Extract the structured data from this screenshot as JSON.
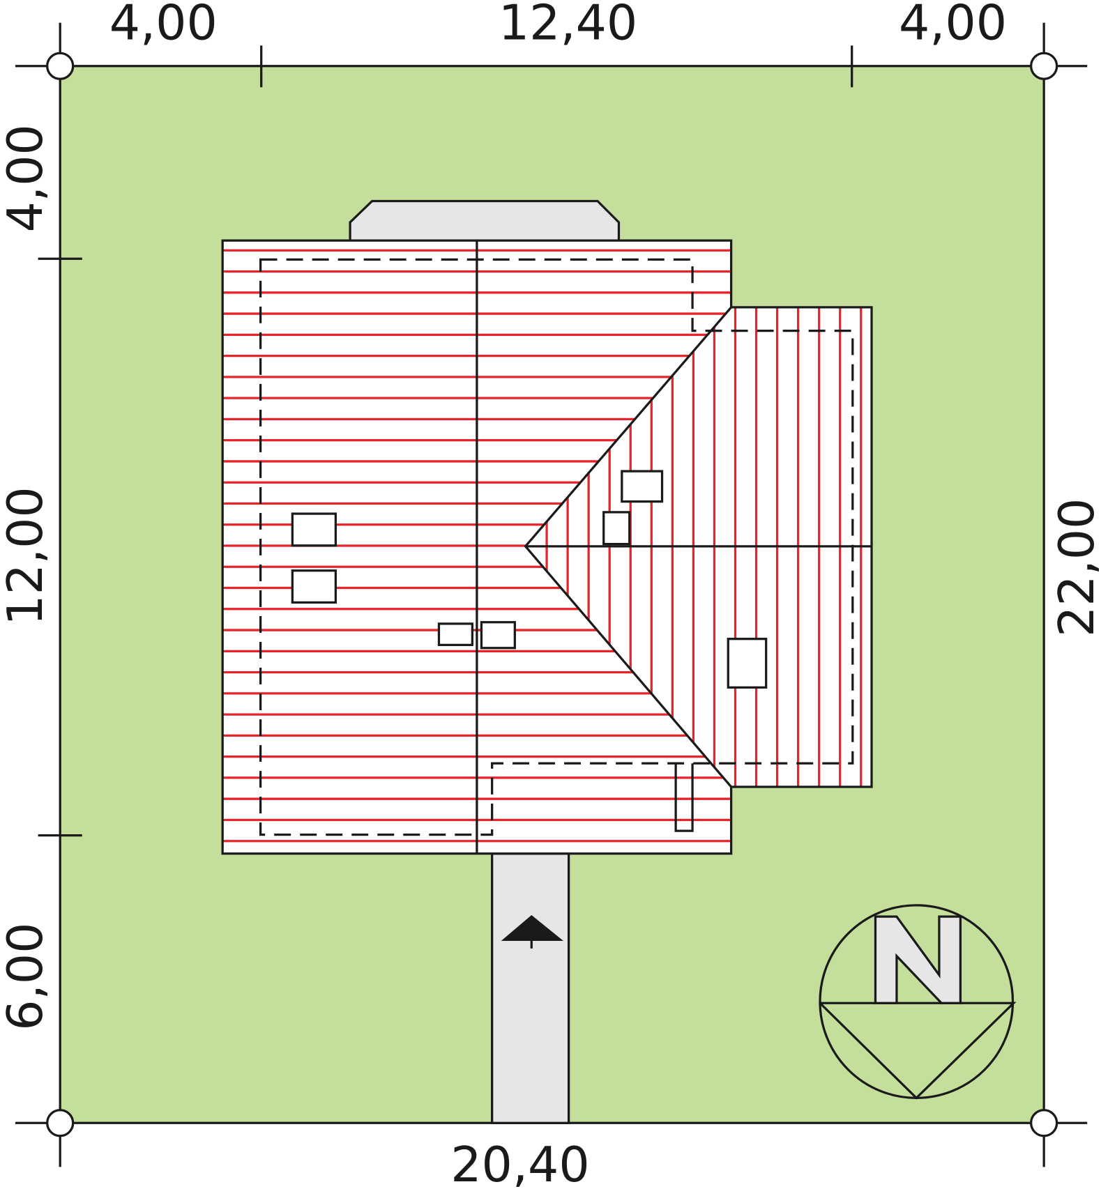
{
  "dimensions": {
    "top": [
      "4,00",
      "12,40",
      "4,00"
    ],
    "bottom": "20,40",
    "left": [
      "4,00",
      "12,00",
      "6,00"
    ],
    "right": "22,00"
  },
  "north_label": "N",
  "colors": {
    "plot": "#c4df9b",
    "roof_stripes": "#e8232a",
    "paving": "#e6e6e6",
    "lines": "#1a1a1a"
  }
}
